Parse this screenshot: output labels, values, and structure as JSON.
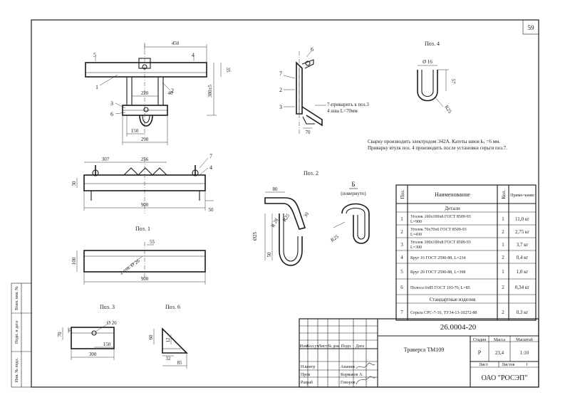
{
  "sheet": {
    "page_number": "59"
  },
  "views": {
    "main": {
      "dims": {
        "d450": "450",
        "d35": "35",
        "d380": "380±5",
        "d220": "220",
        "d40": "40",
        "d150": "150",
        "d290": "290"
      },
      "callouts": [
        "1",
        "2",
        "3",
        "6",
        "5",
        "4"
      ]
    },
    "side": {
      "callouts": [
        "6",
        "7",
        "2",
        "3"
      ],
      "note_line1": "7-приварить к поз.3",
      "note_line2": "4 шва L=70мм",
      "dims": {
        "d70": "70"
      }
    },
    "top": {
      "dims": {
        "d307": "307",
        "d256": "256",
        "d30": "30",
        "d900": "900",
        "d50": "50"
      },
      "callouts": [
        "7",
        "4"
      ]
    },
    "pos4": {
      "title": "Поз. 4",
      "dims": {
        "d16": "Ø 16",
        "d57": "57",
        "dR25": "R25"
      }
    },
    "pos1": {
      "title": "Поз. 1",
      "dims": {
        "d100": "100",
        "d55": "55",
        "d26": "2 отв. Ø 26",
        "d900": "900"
      }
    },
    "pos2": {
      "title": "Поз. 2",
      "dims": {
        "d80": "80",
        "d30": "30",
        "d28": "R 28",
        "d25": "Ø25",
        "dR25": "R25",
        "d50": "50"
      }
    },
    "viewB": {
      "title": "Б",
      "subtitle": "(повернуто)"
    },
    "pos3": {
      "title": "Поз. 3",
      "dims": {
        "d70": "70",
        "d35": "35",
        "d26": "Ø 26",
        "d150": "150",
        "d300": "300"
      }
    },
    "pos6": {
      "title": "Поз. 6",
      "dims": {
        "d60": "60",
        "d12": "12",
        "d32": "32",
        "d85": "85"
      }
    }
  },
  "notes": [
    "Сварку производить электродом Э42А. Катеты швов kₛ =6 мм.",
    "Приварку втулк поз. 4 производить после установки серьги поз.7."
  ],
  "spec": {
    "headers": {
      "pos": "Поз.",
      "name": "Наименование",
      "qty": "Кол.",
      "note": "Приме-чание"
    },
    "sections": {
      "details": "Детали",
      "standard": "Стандартные изделия"
    },
    "rows": [
      {
        "pos": "1",
        "name1": "Уголок 100х100х8 ГОСТ 8509-93",
        "name2": "L=900",
        "qty": "1",
        "note": "11,0 кг"
      },
      {
        "pos": "2",
        "name1": "Уголок 70х70х6 ГОСТ 8509-93",
        "name2": "L=430",
        "qty": "2",
        "note": "2,75 кг"
      },
      {
        "pos": "3",
        "name1": "Уголок 100х100х8 ГОСТ 8509-93",
        "name2": "L=300",
        "qty": "1",
        "note": "3,7 кг"
      },
      {
        "pos": "4",
        "name1": "Круг 16 ГОСТ 2590-88, L=234",
        "name2": "",
        "qty": "2",
        "note": "0,4 кг"
      },
      {
        "pos": "5",
        "name1": "Круг 20 ГОСТ 2590-88, L=398",
        "name2": "",
        "qty": "1",
        "note": "1,0 кг"
      },
      {
        "pos": "6",
        "name1": "Полоса 6х85 ГОСТ 103-76, L=85",
        "name2": "",
        "qty": "2",
        "note": "0,34 кг"
      },
      {
        "pos": "7",
        "name1": "Серьга СРС-7-16, ТУ34-13-10272-88",
        "name2": "",
        "qty": "2",
        "note": "0,3 кг"
      }
    ]
  },
  "title_block": {
    "doc_number": "26.0004-20",
    "name": "Траверса ТМ109",
    "stage_label": "Стадия",
    "mass_label": "Масса",
    "scale_label": "Масштаб",
    "stage": "Р",
    "mass": "23,4",
    "scale": "1:10",
    "sheet_label": "Лист",
    "sheets_label": "Листов",
    "sheets_value": "1",
    "company": "ОАО \"РОСЭП\"",
    "change_headers": [
      "Изм",
      "Кол.уч",
      "Лист",
      "№ док",
      "Подп.",
      "Дата"
    ],
    "signer_roles": [
      "Н.контр",
      "Пров",
      "Разраб"
    ],
    "signer_names": [
      "Ананин",
      "Кормаков А.",
      "Говоров"
    ]
  },
  "side_stamp": [
    "Инв. № подл.",
    "Подп. и дата",
    "Взам. инв. №"
  ]
}
